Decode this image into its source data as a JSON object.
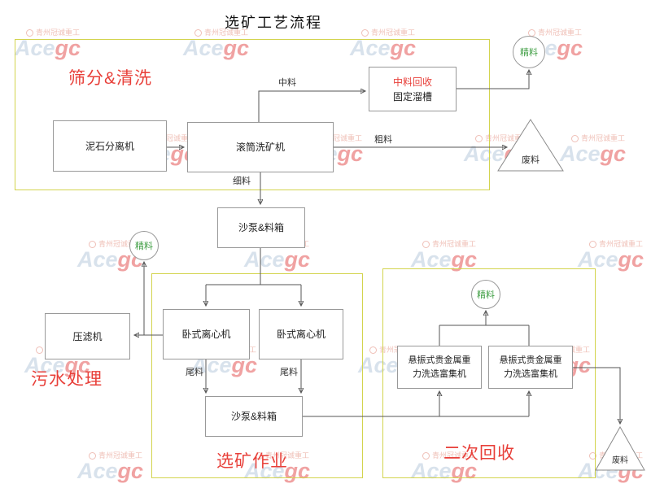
{
  "title": "选矿工艺流程",
  "watermark": {
    "company": "青州冠诚重工",
    "brand_prefix": "Ace",
    "brand_suffix": "gc"
  },
  "sections": {
    "screening": "筛分&清洗",
    "wastewater": "污水处理",
    "beneficiation": "选矿作业",
    "secondary": "二次回收"
  },
  "nodes": {
    "mudstone_separator": "泥石分离机",
    "drum_washer": "滚筒洗矿机",
    "medium_recovery_title": "中料回收",
    "medium_recovery_subtitle": "固定溜槽",
    "sand_pump_top": "沙泵&料箱",
    "filter_press": "压滤机",
    "centrifuge_left": "卧式离心机",
    "centrifuge_right": "卧式离心机",
    "sand_pump_bottom": "沙泵&料箱",
    "concentrator_left": "悬振式贵金属重力洗选富集机",
    "concentrator_right": "悬振式贵金属重力洗选富集机"
  },
  "terminals": {
    "concentrate_top": "精料",
    "concentrate_mid": "精料",
    "concentrate_right": "精料",
    "waste_right": "废料",
    "waste_bottom": "废料"
  },
  "edge_labels": {
    "medium": "中料",
    "coarse": "粗料",
    "fine": "细料",
    "tailings_left": "尾料",
    "tailings_right": "尾料"
  },
  "colors": {
    "section_border": "#d3d44e",
    "section_label_red": "#e8403a",
    "node_border": "#999999",
    "connector_line": "#555555",
    "concentrate_green": "#3f9e43",
    "watermark_blue": "#b3c6db",
    "watermark_red": "#e24848"
  }
}
